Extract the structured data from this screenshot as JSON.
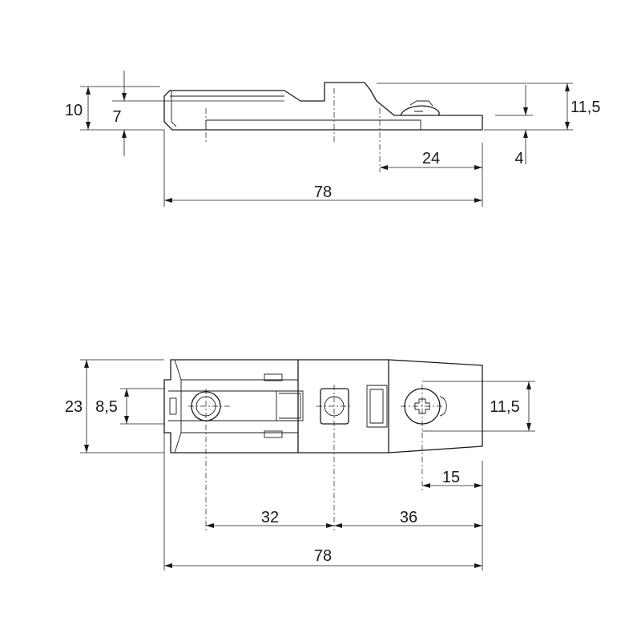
{
  "drawing": {
    "side_view": {
      "height_total": "10",
      "height_inner": "7",
      "height_right": "11,5",
      "height_foot": "4",
      "offset_right": "24",
      "length": "78"
    },
    "top_view": {
      "width_total": "23",
      "width_slot": "8,5",
      "width_right": "11,5",
      "dist_screw_edge": "15",
      "dist_holes_1": "32",
      "dist_holes_2": "36",
      "length": "78"
    }
  }
}
